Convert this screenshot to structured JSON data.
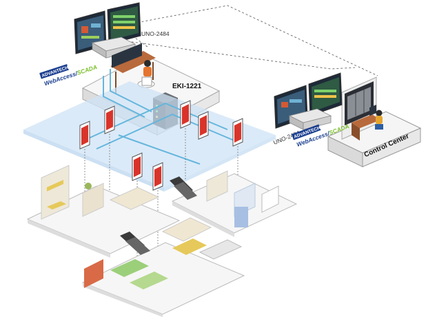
{
  "labels": {
    "uno_top": "UNO-2484",
    "uno_right": "UNO-2484",
    "eki": "EKI-1221",
    "control_center": "Control Center",
    "brand_left": {
      "vendor": "ADVANTECH",
      "product_part1": "WebAccess/",
      "product_part2": "SCADA"
    },
    "brand_right": {
      "vendor": "ADVANTECH",
      "product_part1": "WebAccess/",
      "product_part2": "SCADA"
    }
  },
  "colors": {
    "network_blue": "#cfe3f6",
    "network_line": "#64b6dd",
    "brand_navy": "#1b3f8f",
    "brand_green": "#7bbf2a",
    "display_red": "#d9342b",
    "dashed_link": "#555555"
  }
}
